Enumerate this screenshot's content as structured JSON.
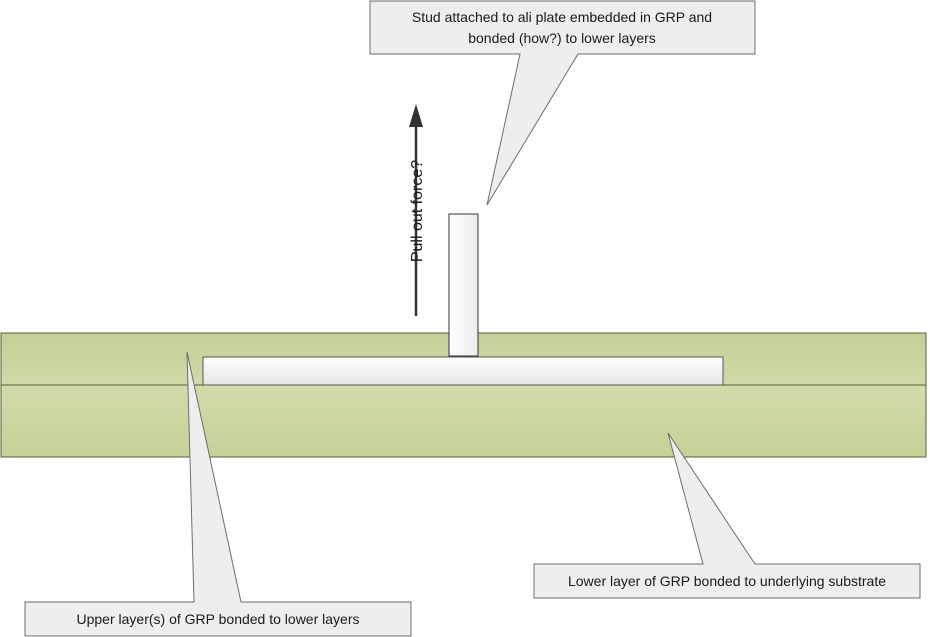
{
  "diagram": {
    "callouts": {
      "stud": {
        "line1": "Stud attached to ali plate embedded in GRP and",
        "line2": "bonded (how?) to lower layers"
      },
      "lower_layer": {
        "text": "Lower layer of GRP bonded to underlying substrate"
      },
      "upper_layer": {
        "text": "Upper layer(s) of GRP bonded to lower layers"
      }
    },
    "force_label": "Pull out force?",
    "colors": {
      "grp_upper": "#c5d29a",
      "grp_lower": "#cad6a3",
      "grp_border": "#55603a",
      "callout_fill": "#eeeeee",
      "callout_border": "#707070",
      "arrow": "#333333"
    }
  }
}
